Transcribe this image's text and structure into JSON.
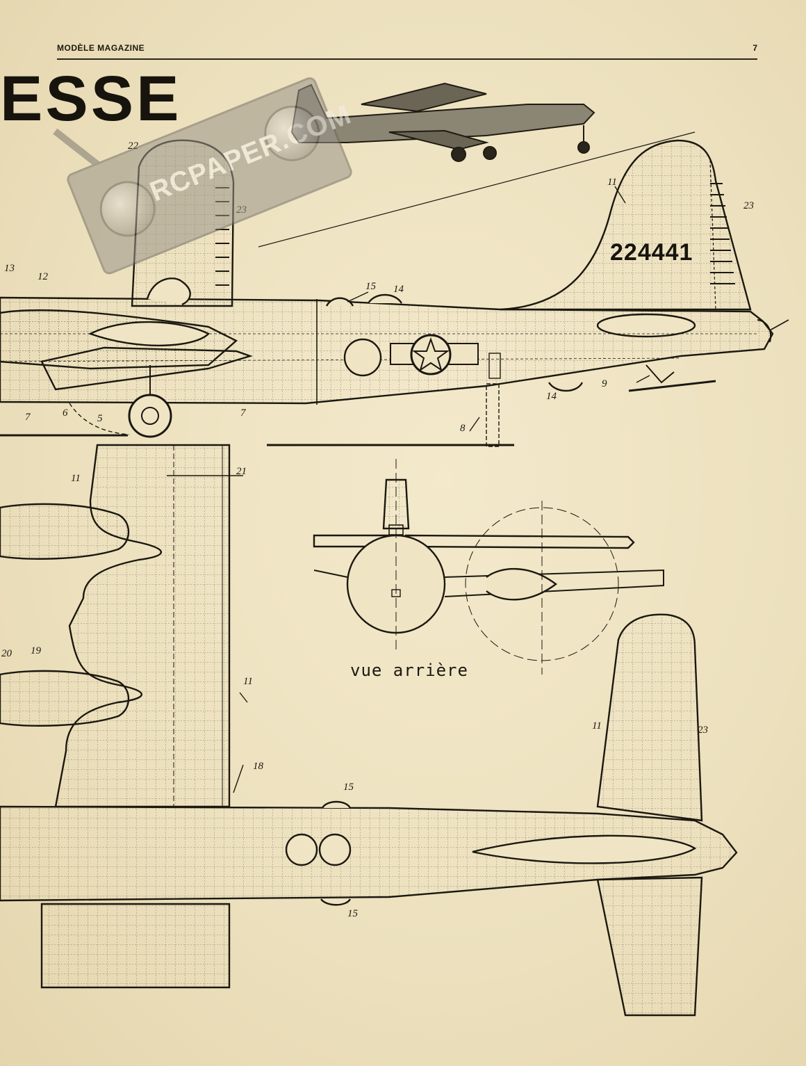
{
  "header": {
    "magazine_name": "MODÈLE MAGAZINE",
    "page_number": "7"
  },
  "title_fragment": "ESSE",
  "tail_number": "224441",
  "rear_view_caption": "vue arrière",
  "watermark": {
    "text": "RCPAPER.COM",
    "icon": "rc-transmitter-icon"
  },
  "callouts": {
    "side_view": [
      "22",
      "23",
      "13",
      "12",
      "11",
      "23",
      "15",
      "14",
      "7",
      "6",
      "5",
      "7",
      "14",
      "9",
      "8"
    ],
    "plan_view": [
      "11",
      "21",
      "20",
      "19",
      "11",
      "18",
      "15",
      "15",
      "11",
      "23"
    ]
  },
  "colors": {
    "paper": "#efe4c4",
    "ink": "#1b1810"
  }
}
